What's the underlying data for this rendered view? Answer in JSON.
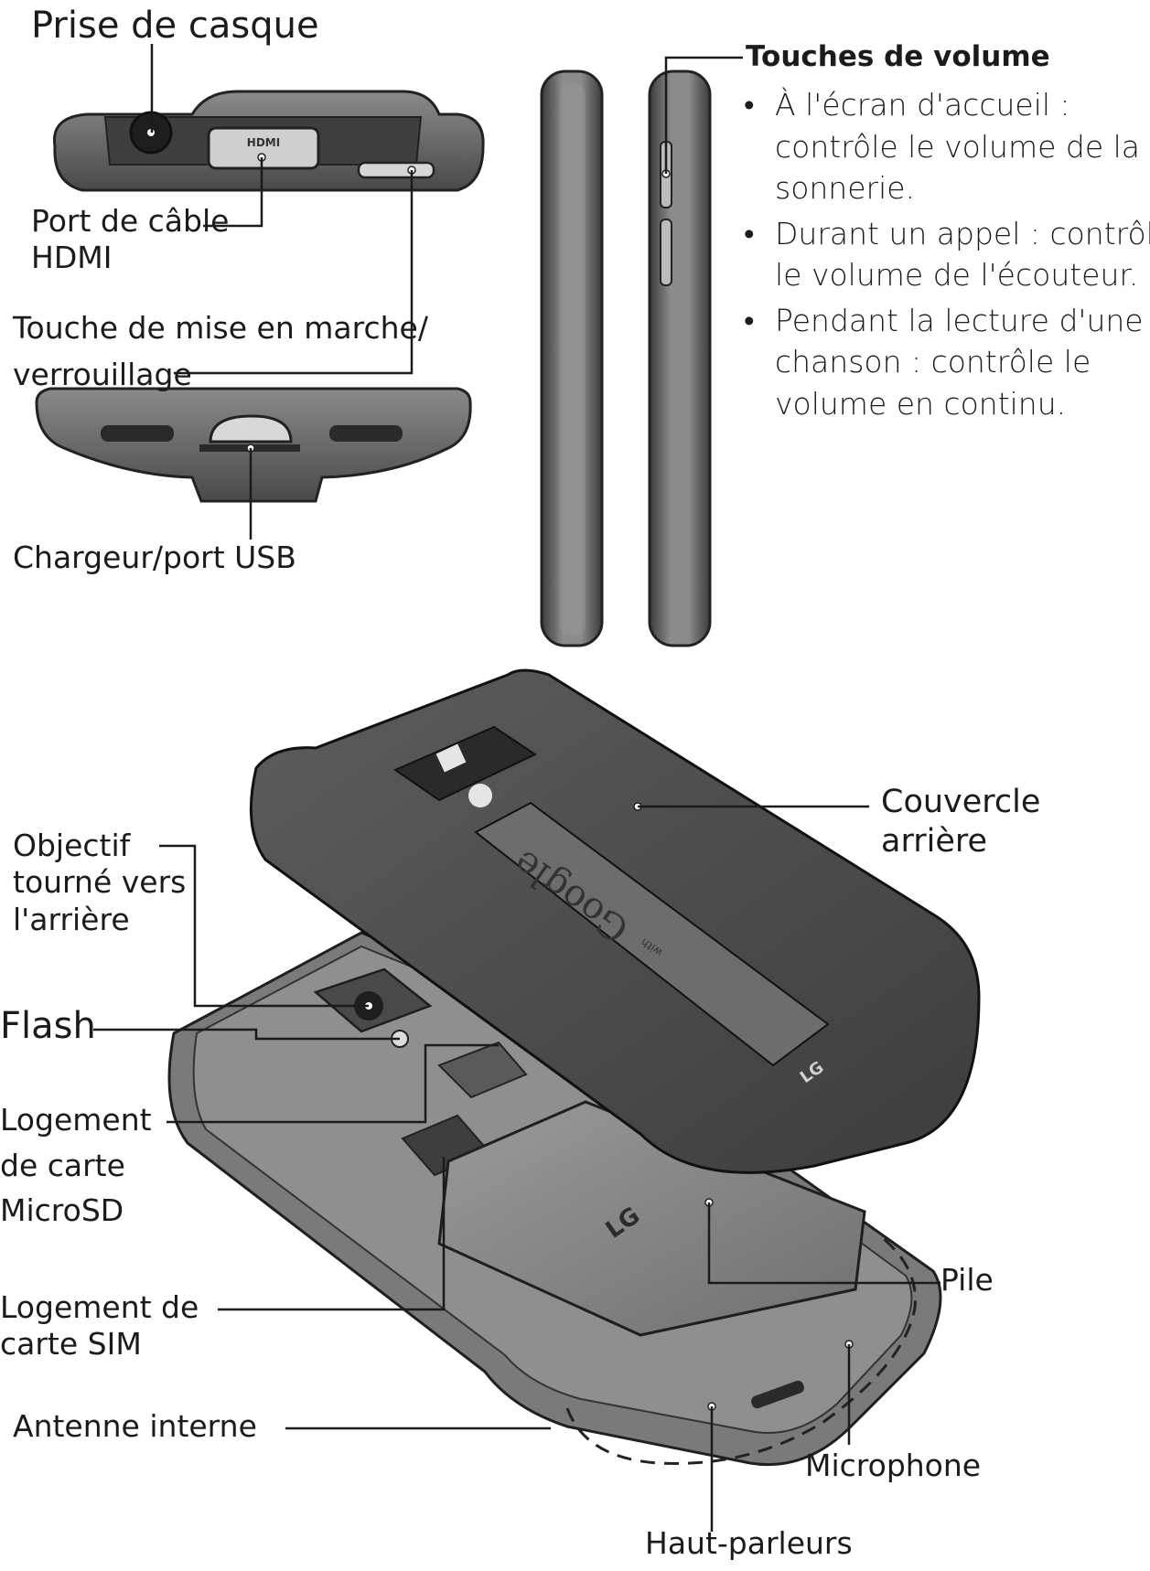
{
  "labels": {
    "headphone_jack": "Prise de casque",
    "hdmi_port_line1": "Port de câble",
    "hdmi_port_line2": "HDMI",
    "power_lock_line1": "Touche de mise en marche/",
    "power_lock_line2": "verrouillage",
    "charger_usb": "Chargeur/port USB",
    "rear_cover_line1": "Couvercle",
    "rear_cover_line2": "arrière",
    "rear_lens_line1": "Objectif",
    "rear_lens_line2": "tourné vers",
    "rear_lens_line3": "l'arrière",
    "flash": "Flash",
    "microsd_line1": "Logement",
    "microsd_line2": "de carte",
    "microsd_line3": "MicroSD",
    "sim_line1": "Logement de",
    "sim_line2": "carte SIM",
    "battery": "Pile",
    "internal_antenna": "Antenne interne",
    "microphone": "Microphone",
    "speakers": "Haut-parleurs"
  },
  "volume": {
    "title": "Touches de volume",
    "items": [
      "À l'écran d'accueil : contrôle le volume de la sonnerie.",
      "Durant un appel : contrôle le volume de l'écouteur.",
      "Pendant la lecture d'une chanson : contrôle le volume en continu."
    ]
  },
  "device_text": {
    "hdmi_mark": "HDMI",
    "cover_brand": "Google",
    "cover_with": "with",
    "cover_logo": "LG",
    "battery_logo": "LG"
  }
}
